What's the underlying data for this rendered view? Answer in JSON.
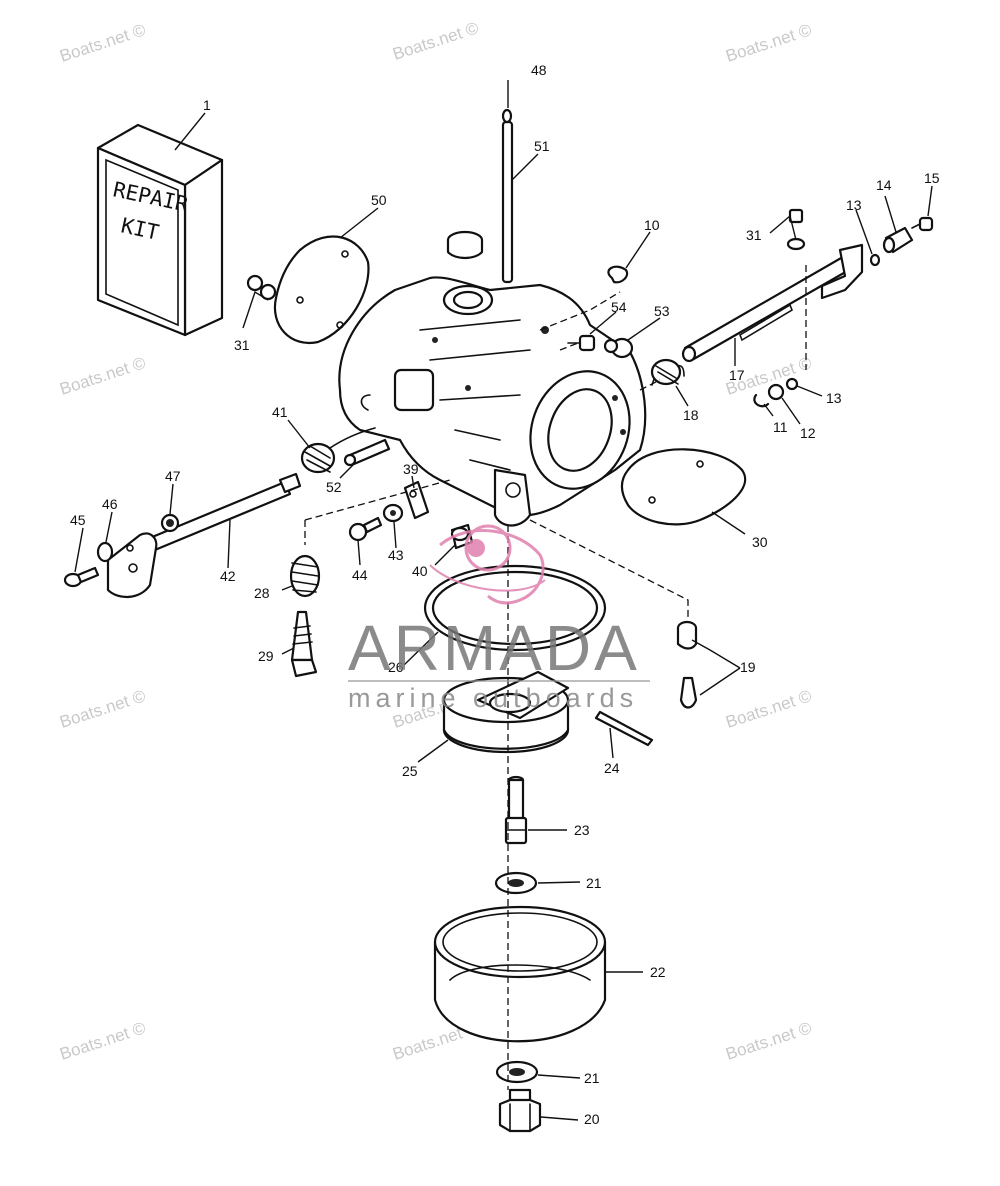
{
  "watermark": "Boats.net ©",
  "brand": {
    "name": "ARMADA",
    "tagline": "marine outboards",
    "colors": {
      "logo_pink": "#e07fae",
      "logo_gray": "#777777"
    }
  },
  "repair_kit": {
    "line1": "REPAIR",
    "line2": "KIT"
  },
  "callouts": [
    "1",
    "50",
    "31",
    "48",
    "51",
    "10",
    "54",
    "53",
    "31",
    "13",
    "14",
    "15",
    "17",
    "13",
    "12",
    "11",
    "18",
    "41",
    "52",
    "39",
    "47",
    "46",
    "45",
    "42",
    "44",
    "43",
    "40",
    "30",
    "28",
    "29",
    "26",
    "19",
    "25",
    "24",
    "23",
    "21",
    "22",
    "21",
    "20"
  ]
}
